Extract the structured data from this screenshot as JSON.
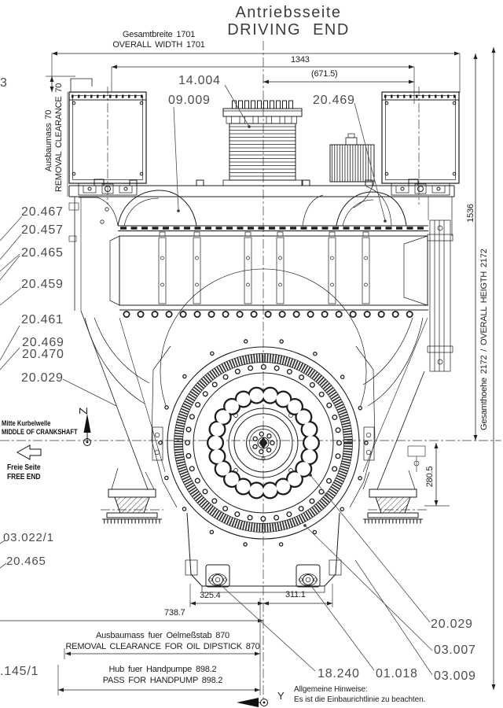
{
  "header": {
    "title_de": "Antriebsseite",
    "title_en": "DRIVING END"
  },
  "dims": {
    "overall_width_de": "Gesamtbreite 1701",
    "overall_width_en": "OVERALL WIDTH 1701",
    "width_1343": "1343",
    "width_671_5": "(671.5)",
    "clearance_top_de": "Ausbaumass 70",
    "clearance_top_en": "REMOVAL CLEARANCE 70",
    "height_1536": "1536",
    "overall_height": "Gesamthoehe 2172 / OVERALL HEIGTH 2172",
    "height_280_5": "280.5",
    "width_325_4": "325.4",
    "width_311_1": "311.1",
    "width_738_7": "738.7",
    "dipstick_de": "Ausbaumass fuer Oelmeßstab 870",
    "dipstick_en": "REMOVAL CLEARANCE FOR OIL DIPSTICK 870",
    "handpump_de": "Hub fuer Handpumpe 898.2",
    "handpump_en": "PASS FOR HANDPUMP 898.2"
  },
  "callouts": {
    "top": [
      "14.004",
      "09.009",
      "20.469"
    ],
    "left": [
      "3",
      "20.467",
      "20.457",
      "20.465",
      "20.459",
      "20.461",
      "20.469",
      "20.470",
      "20.029"
    ],
    "left_lower": [
      "03.022/1",
      "20.465",
      ".145/1"
    ],
    "bottom_right": [
      "20.029",
      "03.007",
      "03.009",
      "01.018",
      "18.240"
    ]
  },
  "labels": {
    "crankshaft_de": "Mitte Kurbelwelle",
    "crankshaft_en": "MIDDLE OF CRANKSHAFT",
    "free_end_de": "Freie Seite",
    "free_end_en": "FREE END"
  },
  "axes": {
    "z": "Z",
    "y": "Y"
  },
  "notes": {
    "heading": "Allgemeine Hinweise:",
    "body": "Es ist die Einbaurichtlinie zu beachten."
  },
  "colors": {
    "line": "#1c1c1c",
    "dim_line": "#222222",
    "callout_text": "#4c4c4c",
    "background": "#ffffff"
  }
}
